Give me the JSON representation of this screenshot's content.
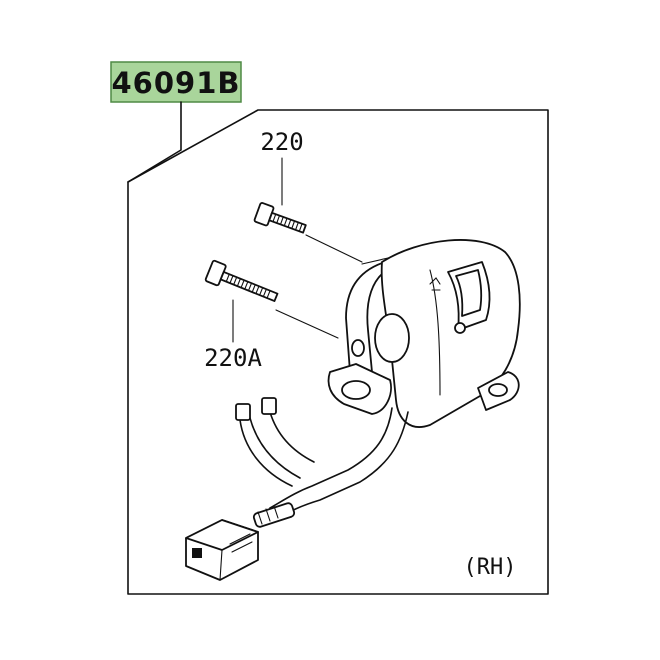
{
  "part_number": {
    "text": "46091B",
    "highlight_color": "#a9d59b"
  },
  "callouts": [
    {
      "id": "bolt-upper",
      "text": "220"
    },
    {
      "id": "bolt-lower",
      "text": "220A"
    }
  ],
  "side_note": "(RH)",
  "part_name": "right-handlebar-switch-assembly"
}
